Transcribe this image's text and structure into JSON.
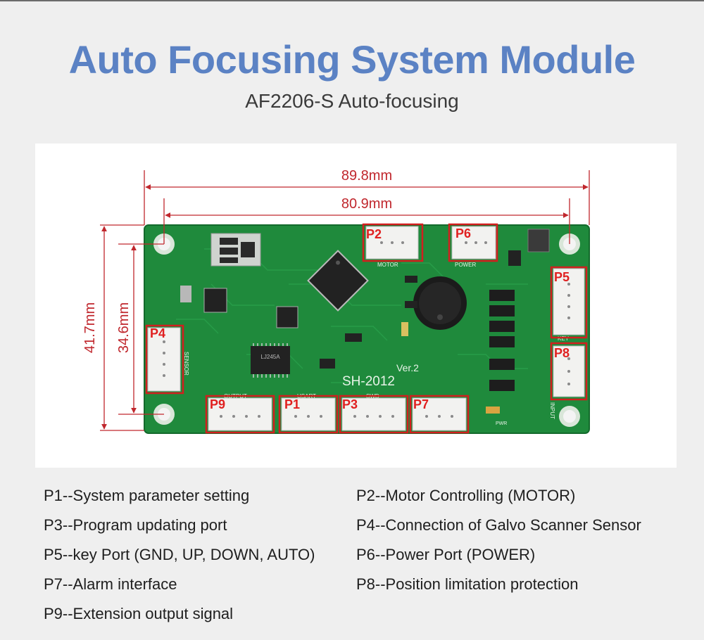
{
  "page": {
    "title": "Auto Focusing System Module",
    "subtitle": "AF2206-S Auto-focusing"
  },
  "colors": {
    "title_blue": "#5b82c4",
    "pcb_green": "#1f8a3c",
    "dimension_red": "#c0272d",
    "label_red": "#e02020"
  },
  "board": {
    "dimensions": {
      "outer_width": "89.8mm",
      "inner_width": "80.9mm",
      "outer_height": "41.7mm",
      "inner_height": "34.6mm"
    },
    "silkscreen": {
      "model": "SH-2012",
      "version": "Ver.2",
      "motor": "MOTOR",
      "power": "POWER",
      "sensor": "SENSOR",
      "output": "OUTPUT",
      "usart": "USART",
      "swd": "SWD",
      "key": "KEY",
      "input": "INPUT",
      "pwr": "PWR",
      "chip": "LJ245A"
    },
    "ports": [
      {
        "id": "P1"
      },
      {
        "id": "P2"
      },
      {
        "id": "P3"
      },
      {
        "id": "P4"
      },
      {
        "id": "P5"
      },
      {
        "id": "P6"
      },
      {
        "id": "P7"
      },
      {
        "id": "P8"
      },
      {
        "id": "P9"
      }
    ]
  },
  "legend": [
    "P1--System parameter setting",
    "P2--Motor Controlling (MOTOR)",
    "P3--Program updating port",
    "P4--Connection of Galvo Scanner Sensor",
    "P5--key Port (GND, UP, DOWN, AUTO)",
    "P6--Power Port (POWER)",
    "P7--Alarm interface",
    "P8--Position limitation protection",
    "P9--Extension output signal"
  ]
}
